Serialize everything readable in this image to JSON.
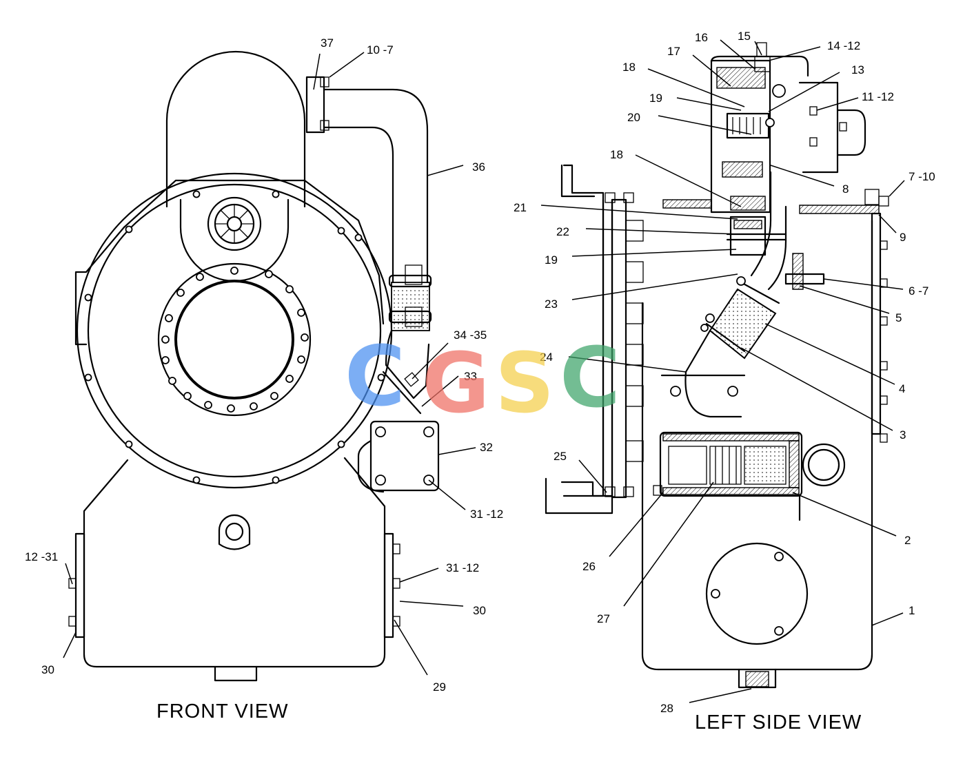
{
  "views": {
    "front": {
      "title": "FRONT VIEW",
      "labels": [
        {
          "id": "f37",
          "text": "37"
        },
        {
          "id": "f10_7",
          "text": "10 -7"
        },
        {
          "id": "f36",
          "text": "36"
        },
        {
          "id": "f34_35",
          "text": "34 -35"
        },
        {
          "id": "f33",
          "text": "33"
        },
        {
          "id": "f32",
          "text": "32"
        },
        {
          "id": "f31_12a",
          "text": "31 -12"
        },
        {
          "id": "f31_12b",
          "text": "31 -12"
        },
        {
          "id": "f30r",
          "text": "30"
        },
        {
          "id": "f29",
          "text": "29"
        },
        {
          "id": "f12_31",
          "text": "12 -31"
        },
        {
          "id": "f30l",
          "text": "30"
        }
      ]
    },
    "side": {
      "title": "LEFT SIDE VIEW",
      "labels": [
        {
          "id": "s16",
          "text": "16"
        },
        {
          "id": "s15",
          "text": "15"
        },
        {
          "id": "s14_12",
          "text": "14 -12"
        },
        {
          "id": "s17",
          "text": "17"
        },
        {
          "id": "s18a",
          "text": "18"
        },
        {
          "id": "s13",
          "text": "13"
        },
        {
          "id": "s19a",
          "text": "19"
        },
        {
          "id": "s11_12",
          "text": "11 -12"
        },
        {
          "id": "s20",
          "text": "20"
        },
        {
          "id": "s18b",
          "text": "18"
        },
        {
          "id": "s8",
          "text": "8"
        },
        {
          "id": "s7_10",
          "text": "7 -10"
        },
        {
          "id": "s21",
          "text": "21"
        },
        {
          "id": "s9",
          "text": "9"
        },
        {
          "id": "s22",
          "text": "22"
        },
        {
          "id": "s19b",
          "text": "19"
        },
        {
          "id": "s6_7",
          "text": "6 -7"
        },
        {
          "id": "s23",
          "text": "23"
        },
        {
          "id": "s5",
          "text": "5"
        },
        {
          "id": "s24",
          "text": "24"
        },
        {
          "id": "s4",
          "text": "4"
        },
        {
          "id": "s3",
          "text": "3"
        },
        {
          "id": "s25",
          "text": "25"
        },
        {
          "id": "s2",
          "text": "2"
        },
        {
          "id": "s26",
          "text": "26"
        },
        {
          "id": "s27",
          "text": "27"
        },
        {
          "id": "s1",
          "text": "1"
        },
        {
          "id": "s28",
          "text": "28"
        }
      ]
    }
  },
  "watermark": {
    "letters": [
      {
        "text": "C",
        "color": "#4a8ff0"
      },
      {
        "text": "G",
        "color": "#ef6f64"
      },
      {
        "text": "S",
        "color": "#f5cf4a"
      },
      {
        "text": "C",
        "color": "#3ea46a"
      }
    ]
  }
}
